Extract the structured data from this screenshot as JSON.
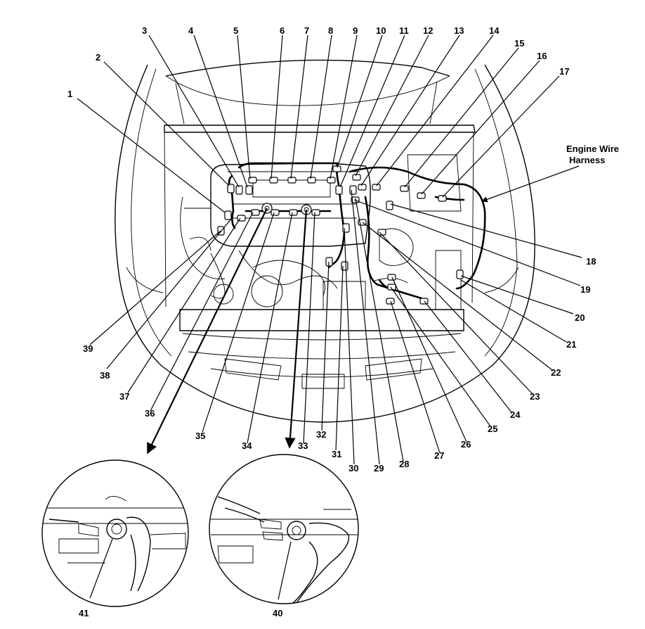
{
  "harness_label": {
    "line1": "Engine Wire",
    "line2": "Harness"
  },
  "callouts": [
    "1",
    "2",
    "3",
    "4",
    "5",
    "6",
    "7",
    "8",
    "9",
    "10",
    "11",
    "12",
    "13",
    "14",
    "15",
    "16",
    "17",
    "18",
    "19",
    "20",
    "21",
    "22",
    "23",
    "24",
    "25",
    "26",
    "27",
    "28",
    "29",
    "30",
    "31",
    "32",
    "33",
    "34",
    "35",
    "36",
    "37",
    "38",
    "39",
    "40",
    "41"
  ]
}
